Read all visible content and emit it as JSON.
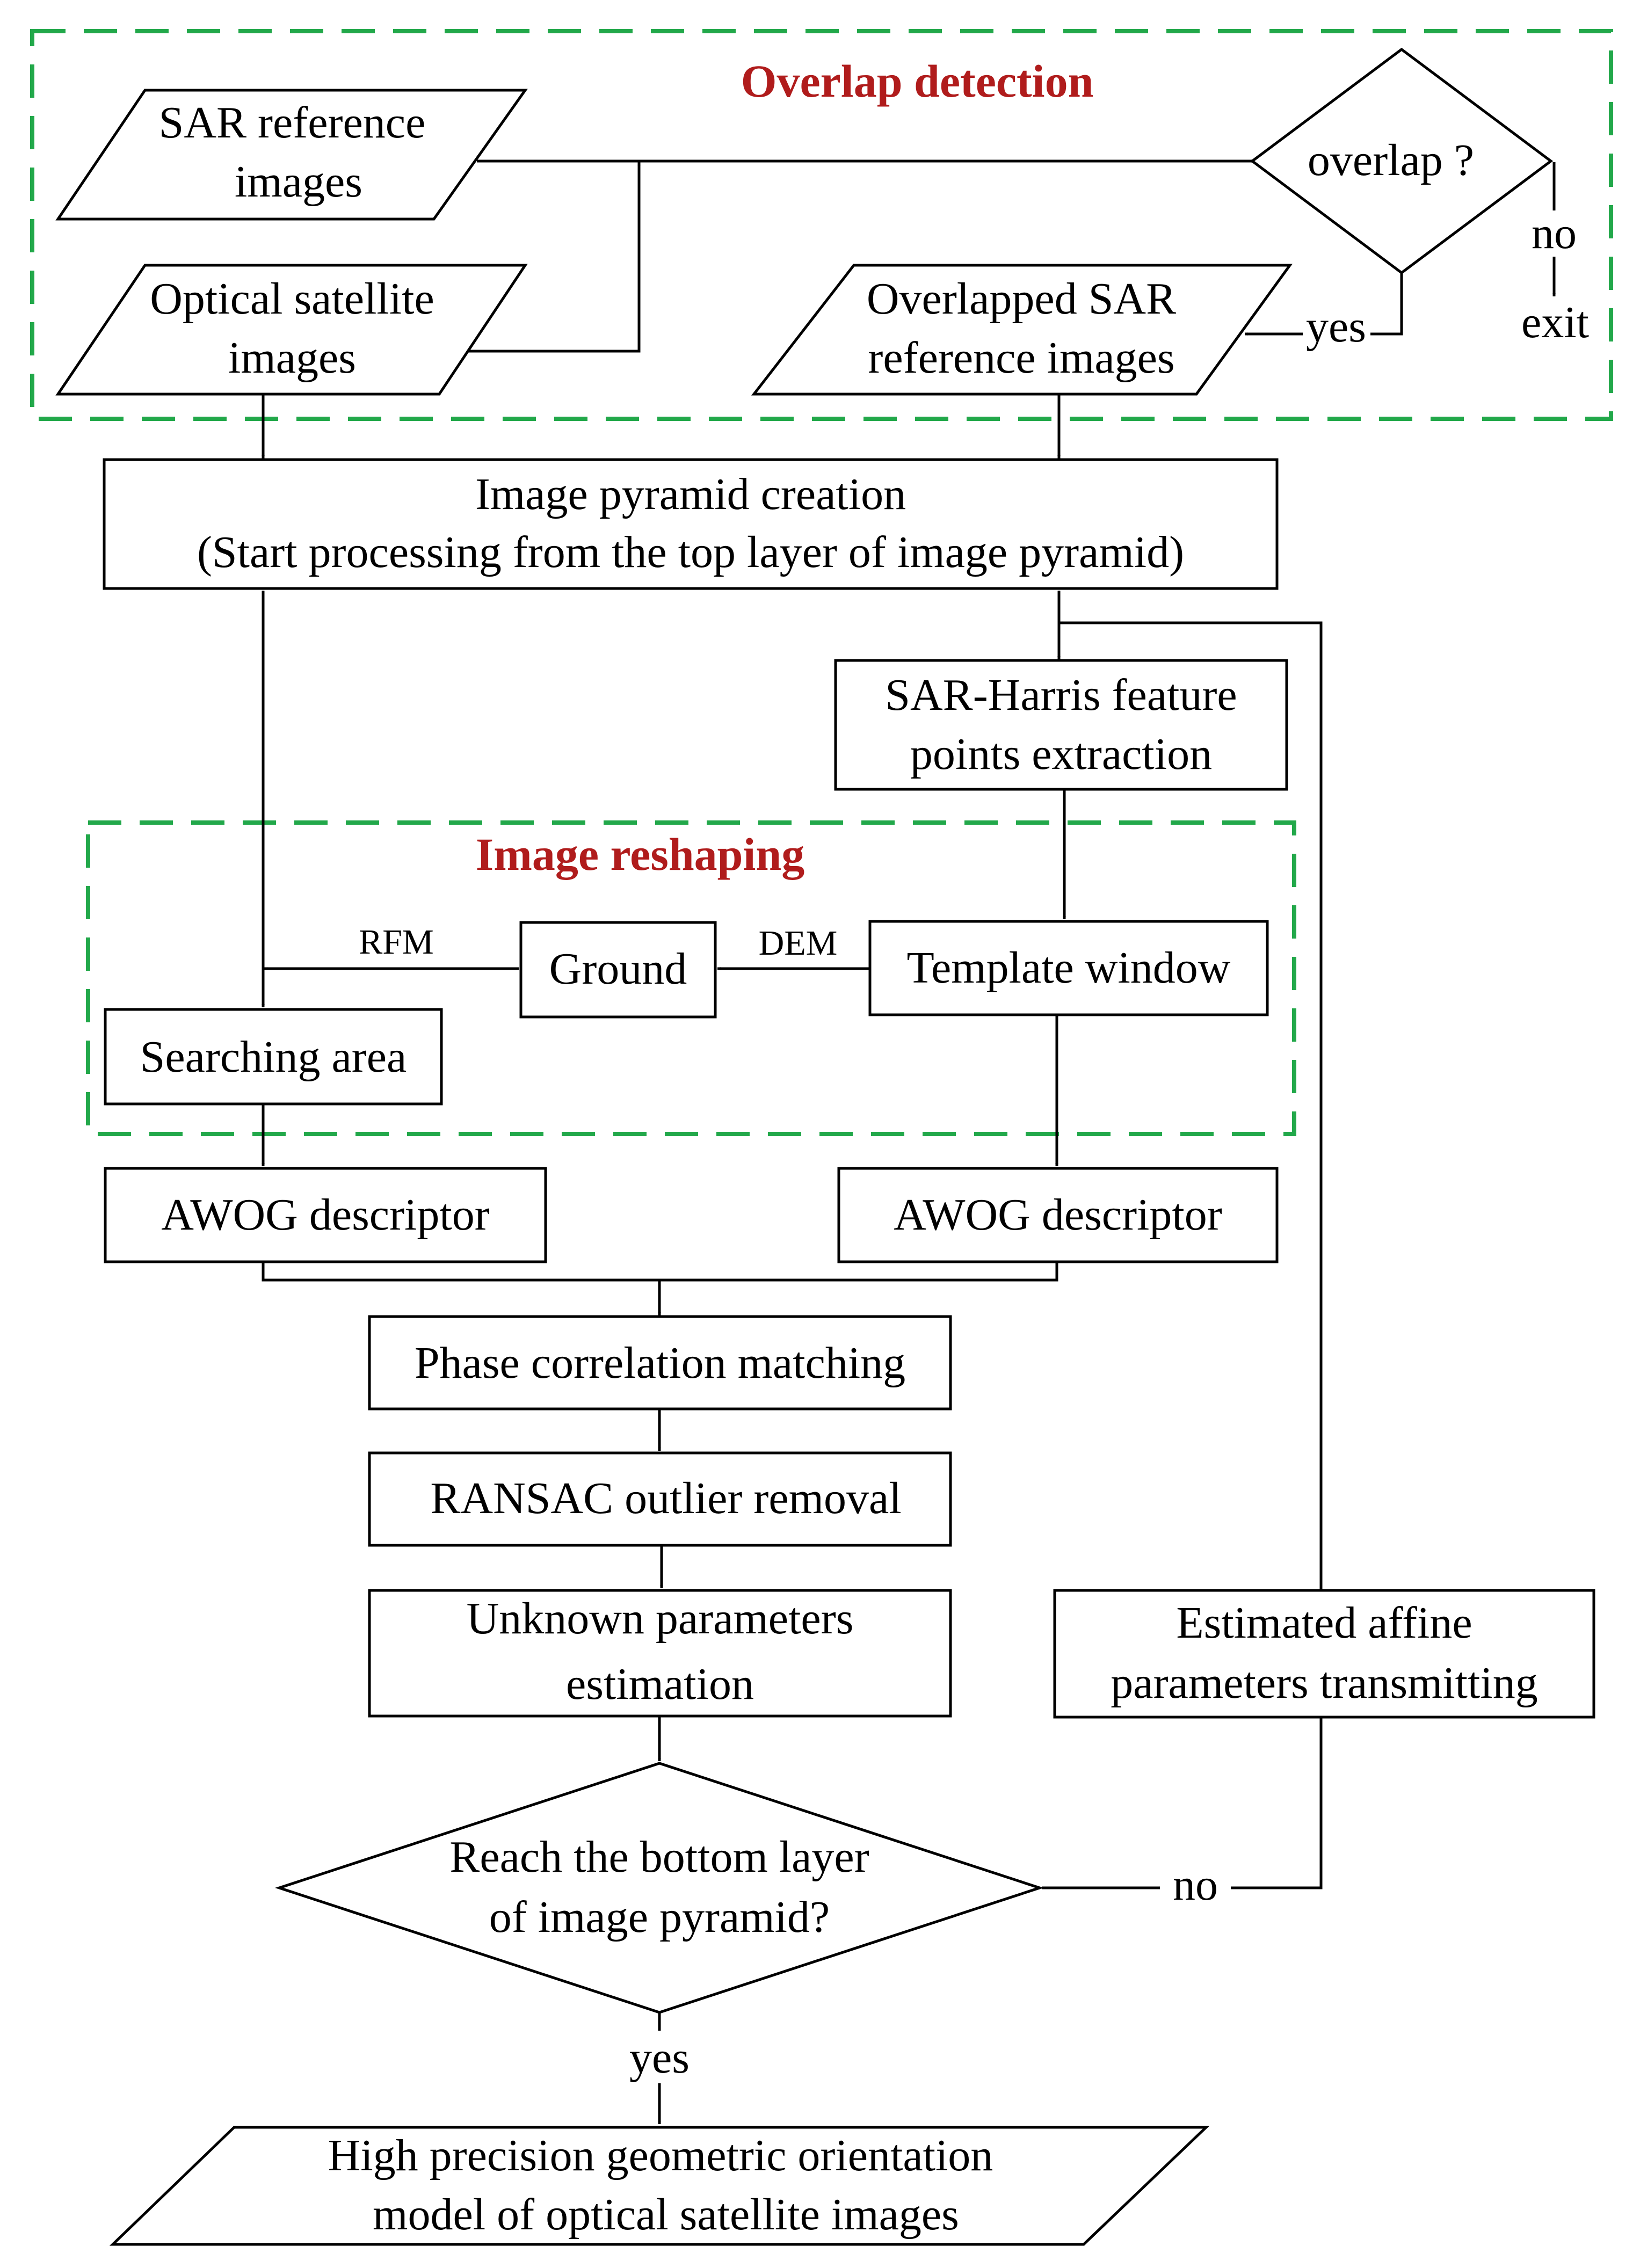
{
  "colors": {
    "group_border": "#22a84a",
    "group_title": "#b01c1c",
    "stroke": "#000000"
  },
  "groups": {
    "overlap_detection": {
      "title": "Overlap detection"
    },
    "image_reshaping": {
      "title": "Image reshaping"
    }
  },
  "nodes": {
    "sar_reference_images": [
      "SAR reference",
      "images"
    ],
    "optical_satellite_images": [
      "Optical satellite",
      "images"
    ],
    "overlap_decision": [
      "overlap ?"
    ],
    "overlapped_sar_reference": [
      "Overlapped SAR",
      "reference images"
    ],
    "exit": [
      "exit"
    ],
    "image_pyramid_creation": [
      "Image pyramid creation",
      "(Start processing from the top layer of image pyramid)"
    ],
    "sar_harris_extraction": [
      "SAR-Harris feature",
      "points extraction"
    ],
    "ground": [
      "Ground"
    ],
    "template_window": [
      "Template window"
    ],
    "searching_area": [
      "Searching area"
    ],
    "awog_descriptor_left": [
      "AWOG descriptor"
    ],
    "awog_descriptor_right": [
      "AWOG descriptor"
    ],
    "phase_correlation_matching": [
      "Phase correlation matching"
    ],
    "ransac_outlier_removal": [
      "RANSAC outlier removal"
    ],
    "unknown_parameters_estimation": [
      "Unknown parameters",
      "estimation"
    ],
    "estimated_affine_parameters": [
      "Estimated affine",
      "parameters transmitting"
    ],
    "bottom_layer_decision": [
      "Reach the bottom layer",
      "of image pyramid?"
    ],
    "high_precision_model": [
      "High precision geometric orientation",
      "model of optical satellite images"
    ]
  },
  "edge_labels": {
    "overlap_no": "no",
    "overlap_yes": "yes",
    "rfm": "RFM",
    "dem": "DEM",
    "bottom_no": "no",
    "bottom_yes": "yes"
  }
}
